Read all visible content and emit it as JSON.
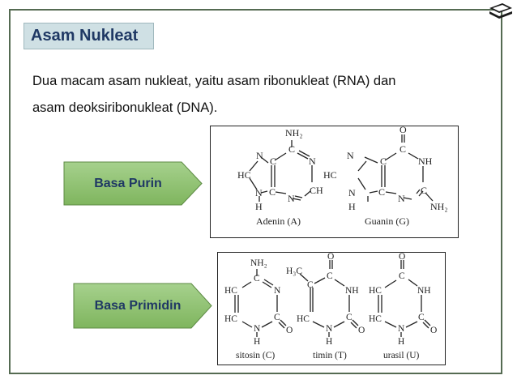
{
  "slide": {
    "title": "Asam Nukleat",
    "intro_line_1": "Dua macam asam nukleat, yaitu asam ribonukleat (RNA) dan",
    "intro_line_2": "asam deoksiribonukleat (DNA)."
  },
  "arrows": {
    "purin_label": "Basa Purin",
    "pirimidin_label": "Basa Primidin"
  },
  "purines": {
    "adenin": {
      "caption": "Adenin (A)",
      "labels": {
        "nh2": "NH₂",
        "c_top": "C",
        "n1": "N",
        "c_left": "C",
        "n_right": "N",
        "hc": "HC",
        "n_bot": "N",
        "h": "H",
        "c_mid": "C",
        "n_low": "N",
        "ch": "CH"
      }
    },
    "guanin": {
      "caption": "Guanin (G)",
      "labels": {
        "o": "O",
        "c_top": "C",
        "n1": "N",
        "c_left": "C",
        "nh": "NH",
        "hc": "HC",
        "n_bot": "N",
        "h": "H",
        "c_mid": "C",
        "n_low": "N",
        "c_right": "C",
        "nh2": "NH₂"
      }
    }
  },
  "pyrimidines": {
    "sitosin": {
      "caption": "sitosin (C)",
      "labels": {
        "nh2": "NH₂",
        "c_top": "C",
        "hc1": "HC",
        "n_right": "N",
        "hc2": "HC",
        "c_right": "C",
        "o": "O",
        "n_bot": "N",
        "h": "H"
      }
    },
    "timin": {
      "caption": "timin (T)",
      "labels": {
        "ch3": "H₃C",
        "o_top": "O",
        "c_left": "C",
        "c_top": "C",
        "nh": "NH",
        "hc": "HC",
        "c_right": "C",
        "o": "O",
        "n_bot": "N",
        "h": "H"
      }
    },
    "urasil": {
      "caption": "urasil (U)",
      "labels": {
        "o_top": "O",
        "hc1": "HC",
        "c_top": "C",
        "nh": "NH",
        "hc2": "HC",
        "c_right": "C",
        "o": "O",
        "n_bot": "N",
        "h": "H"
      }
    }
  }
}
